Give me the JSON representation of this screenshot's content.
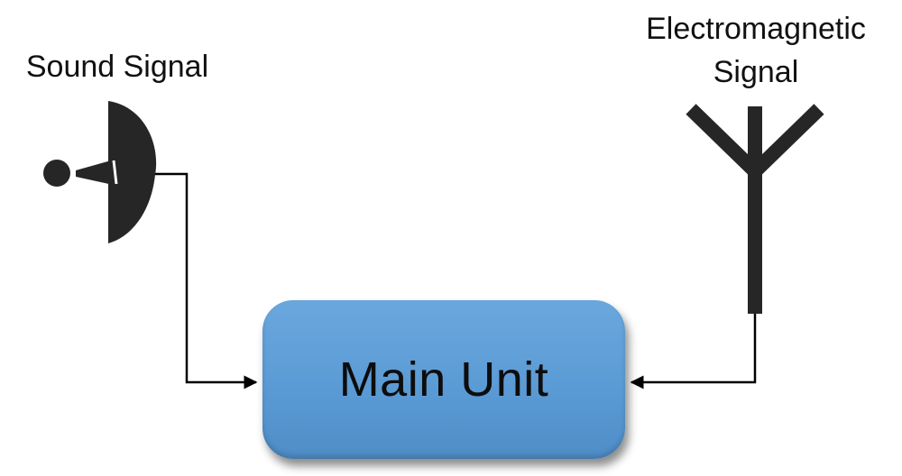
{
  "labels": {
    "sound_signal": "Sound Signal",
    "em_line1": "Electromagnetic",
    "em_line2": "Signal",
    "main_unit": "Main Unit"
  },
  "icons": {
    "microphone": "parabolic-microphone-icon",
    "antenna": "antenna-icon"
  },
  "colors": {
    "main_unit_fill": "#5b9bd5",
    "icon_fill": "#262626",
    "line_color": "#000000"
  }
}
